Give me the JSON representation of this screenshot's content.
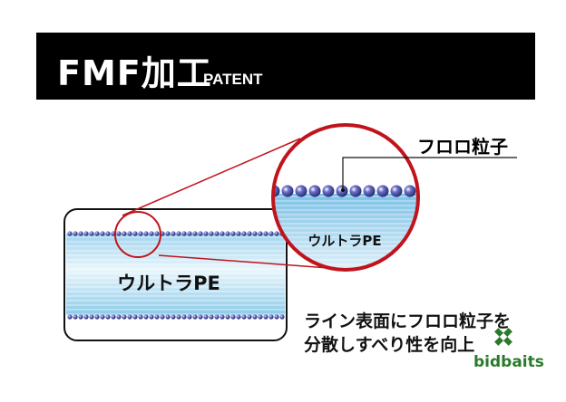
{
  "header": {
    "title": "FMF加工",
    "subtitle": "PATENT"
  },
  "diagram": {
    "particle_label": "フロロ粒子",
    "line_label_main": "ウルトラPE",
    "line_label_zoom": "ウルトラPE",
    "colors": {
      "accent": "#c0141c",
      "particle": "#2b2f8a",
      "fiber_light": "#d6eef8",
      "fiber_dark": "#7cc1e6"
    }
  },
  "caption": {
    "line1": "ライン表面にフロロ粒子を",
    "line2": "分散しすべり性を向上"
  },
  "brand": {
    "name": "bidbaits",
    "color": "#2a7a2a"
  }
}
